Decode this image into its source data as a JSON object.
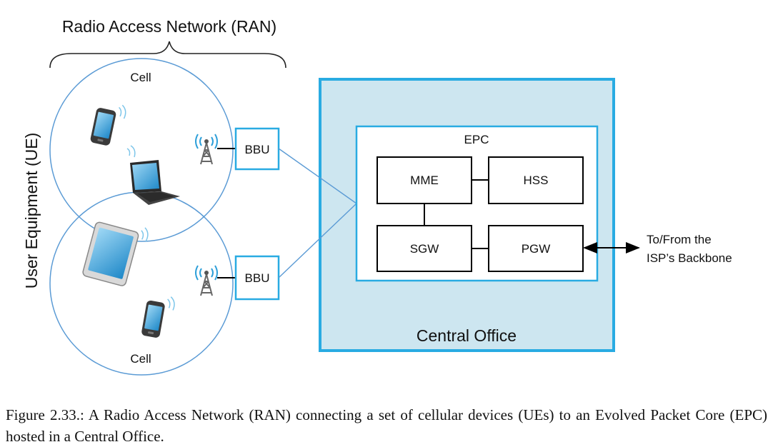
{
  "ran": {
    "title": "Radio Access Network (RAN)"
  },
  "ue": {
    "label": "User Equipment (UE)"
  },
  "cells": {
    "top_label": "Cell",
    "bottom_label": "Cell"
  },
  "bbu": {
    "top_label": "BBU",
    "bottom_label": "BBU"
  },
  "central_office": {
    "label": "Central Office"
  },
  "epc": {
    "title": "EPC",
    "components": {
      "mme": "MME",
      "hss": "HSS",
      "sgw": "SGW",
      "pgw": "PGW"
    }
  },
  "backbone": {
    "line1": "To/From the",
    "line2": "ISP’s Backbone"
  },
  "caption": "Figure 2.33.: A Radio Access Network (RAN) connecting a set of cellular devices (UEs) to an Evolved Packet Core (EPC) hosted in a Central Office.",
  "colors": {
    "accent_blue": "#29abe2",
    "cell_circle": "#5b9bd5",
    "central_office_fill": "#cde6f0",
    "box_fill": "#ffffff",
    "line": "#000000"
  },
  "icons": [
    "phone-icon",
    "laptop-icon",
    "tablet-icon",
    "tower-icon"
  ]
}
